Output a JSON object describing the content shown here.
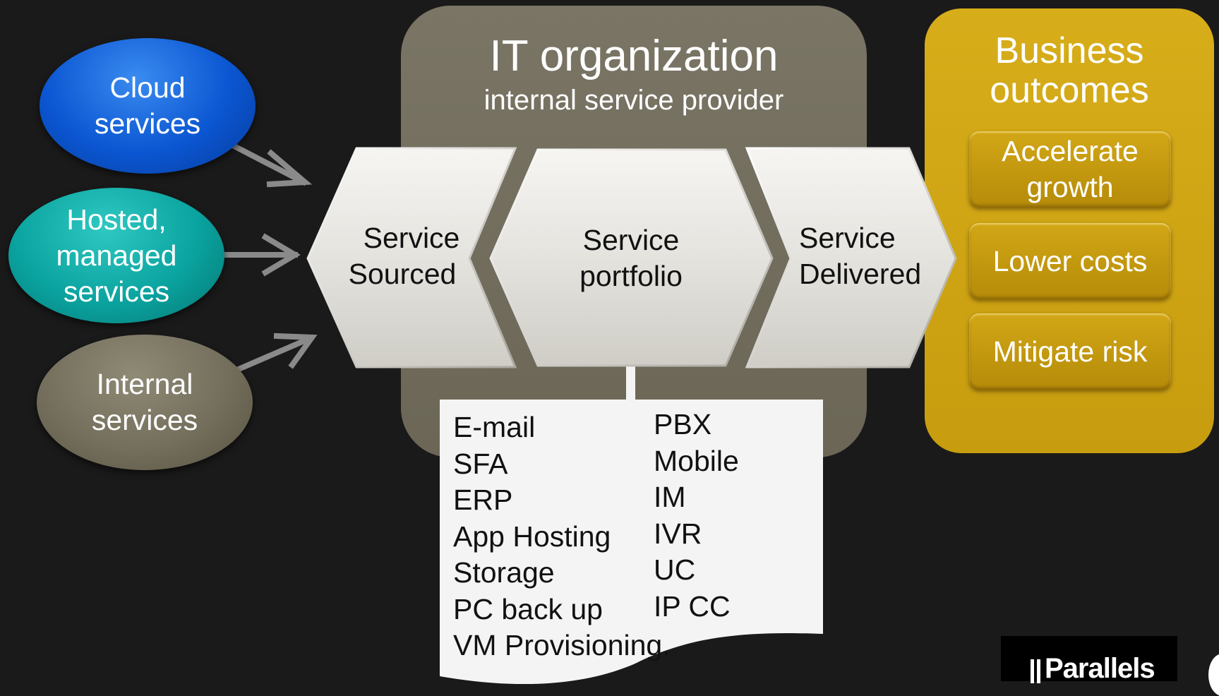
{
  "left_sources": {
    "cloud": {
      "line1": "Cloud",
      "line2": "services"
    },
    "hosted": {
      "line1": "Hosted,",
      "line2": "managed",
      "line3": "services"
    },
    "internal": {
      "line1": "Internal",
      "line2": "services"
    }
  },
  "it_org": {
    "title": "IT organization",
    "subtitle": "internal service provider"
  },
  "chevrons": {
    "sourced": {
      "line1": "Service",
      "line2": "Sourced"
    },
    "portfolio": {
      "line1": "Service",
      "line2": "portfolio"
    },
    "delivered": {
      "line1": "Service",
      "line2": "Delivered"
    }
  },
  "portfolio_list": {
    "column1": [
      "E-mail",
      "SFA",
      "ERP",
      "App Hosting",
      "Storage",
      "PC back up",
      "VM Provisioning."
    ],
    "column2": [
      "PBX",
      "Mobile",
      "IM",
      "IVR",
      "UC",
      "IP CC"
    ]
  },
  "business": {
    "title_line1": "Business",
    "title_line2": "outcomes",
    "items": [
      {
        "line1": "Accelerate",
        "line2": "growth"
      },
      {
        "line1": "Lower costs"
      },
      {
        "line1": "Mitigate risk"
      }
    ]
  },
  "logo": {
    "text": "Parallels"
  },
  "colors": {
    "background": "#1b1a1a",
    "cloud": "#0b56d2",
    "hosted": "#0aa39f",
    "internal": "#746f5c",
    "it_panel": "#716c5c",
    "business_panel": "#d2a716",
    "chevron": "#e6e5e1",
    "document": "#f4f4f4",
    "arrow": "#8a8a8a"
  }
}
